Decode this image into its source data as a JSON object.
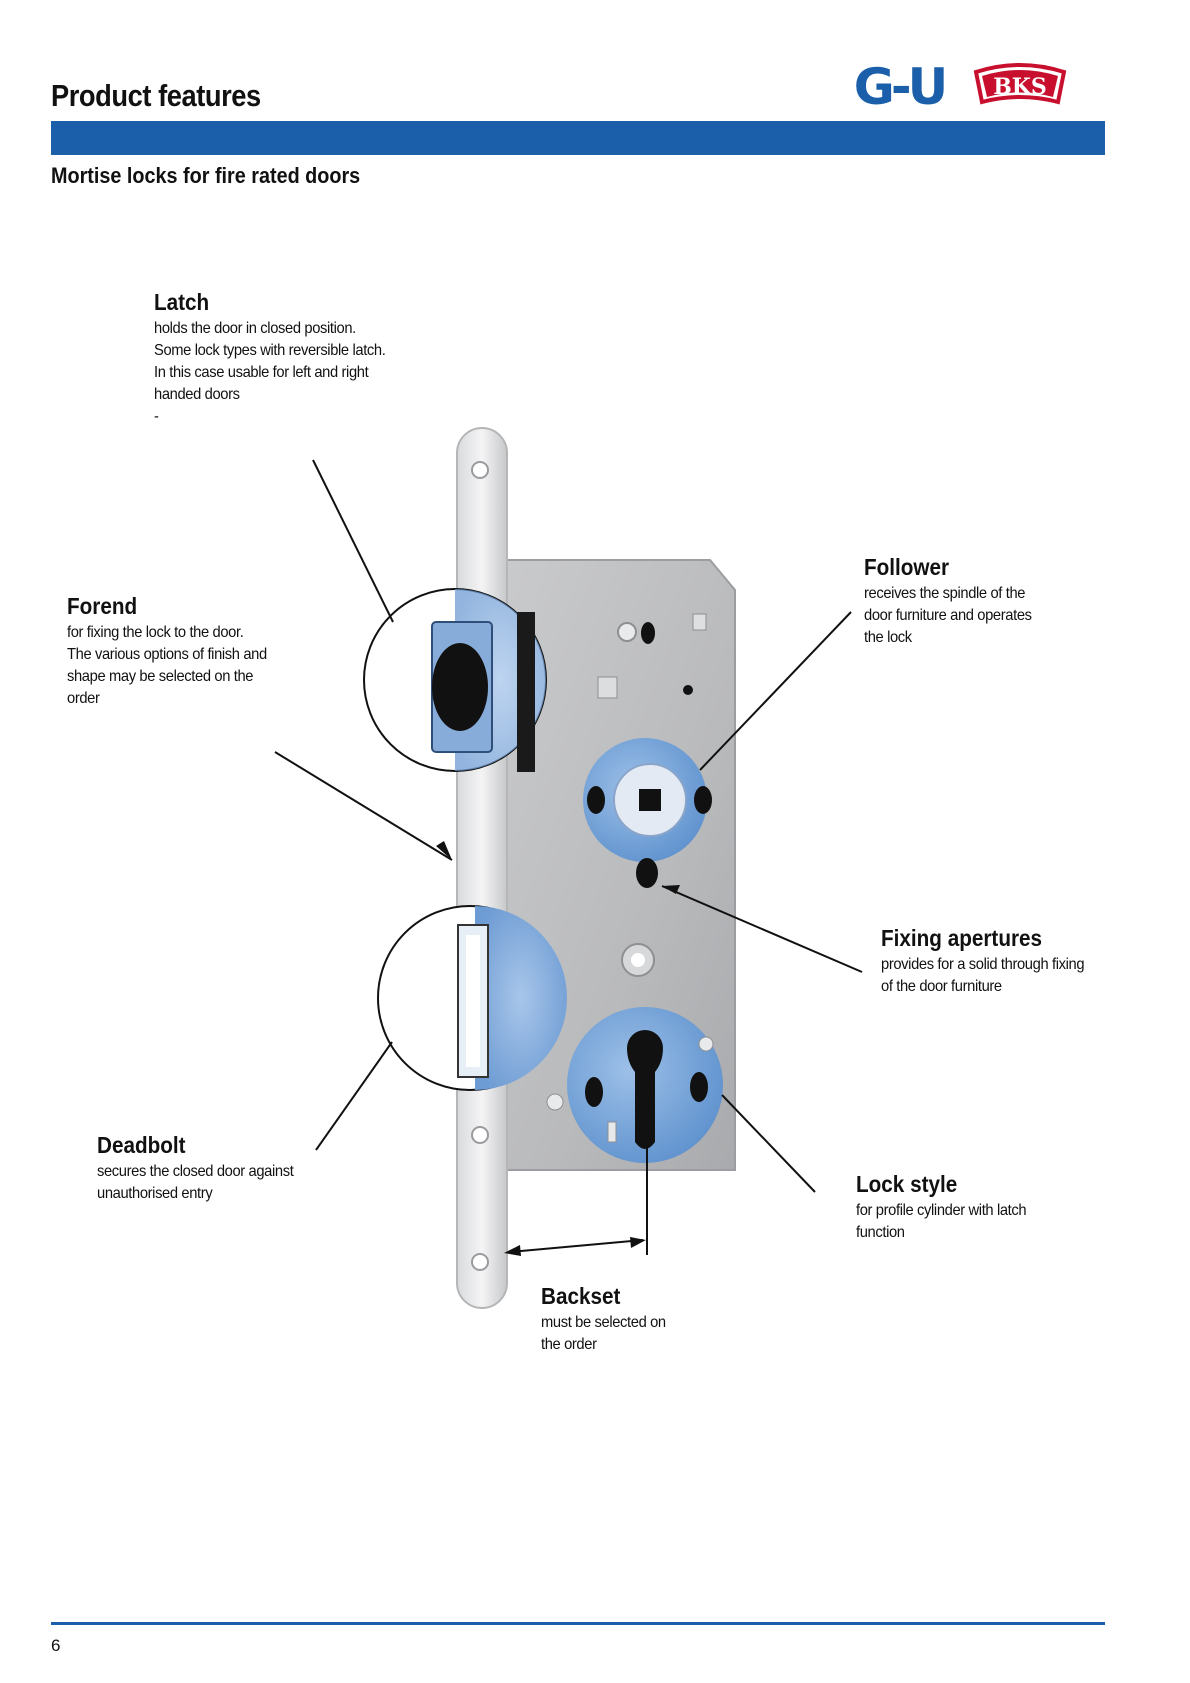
{
  "header": {
    "title": "Product features",
    "subtitle": "Mortise locks for fire rated doors",
    "logos": {
      "gu": "G-U",
      "bks": "BKS"
    },
    "brand_blue": "#1b5faa",
    "bks_red": "#c8102e"
  },
  "callouts": {
    "latch": {
      "title": "Latch",
      "lines": [
        "holds the door in closed position.",
        "Some lock types with reversible latch.",
        "In this case usable for left and right",
        "handed doors",
        "-"
      ]
    },
    "forend": {
      "title": "Forend",
      "lines": [
        "for fixing the lock to the door.",
        "The various options of finish and",
        "shape may be selected on the",
        "order"
      ]
    },
    "follower": {
      "title": "Follower",
      "lines": [
        "receives the spindle of the",
        "door furniture and operates",
        "the lock"
      ]
    },
    "fixing": {
      "title": "Fixing apertures",
      "lines": [
        "provides for a solid through fixing",
        "of the door furniture"
      ]
    },
    "deadbolt": {
      "title": "Deadbolt",
      "lines": [
        "secures the closed door against",
        "unauthorised entry"
      ]
    },
    "lockstyle": {
      "title": "Lock style",
      "lines": [
        "for profile cylinder with latch",
        "function"
      ]
    },
    "backset": {
      "title": "Backset",
      "lines": [
        "must be selected on",
        "the order"
      ]
    }
  },
  "footer": {
    "page_number": "6"
  }
}
